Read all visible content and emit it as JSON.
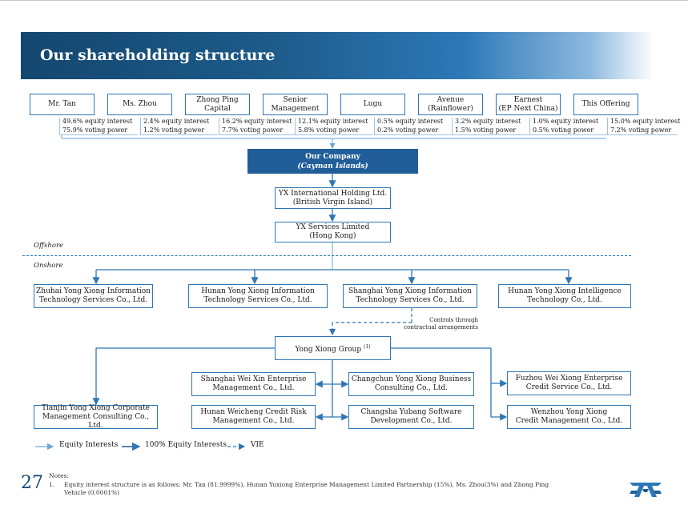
{
  "title": "Our shareholding structure",
  "shareholders": [
    {
      "name": [
        "Mr. Tan"
      ],
      "equity": "49.6% equity interest",
      "voting": "75.9% voting power"
    },
    {
      "name": [
        "Ms. Zhou"
      ],
      "equity": "2.4% equity interest",
      "voting": "1.2% voting power"
    },
    {
      "name": [
        "Zhong Ping",
        "Capital"
      ],
      "equity": "16.2% equity interest",
      "voting": "7.7% voting power"
    },
    {
      "name": [
        "Senior",
        "Management"
      ],
      "equity": "12.1% equity interest",
      "voting": "5.8% voting power"
    },
    {
      "name": [
        "Lugu"
      ],
      "equity": "0.5% equity interest",
      "voting": "0.2% voting power"
    },
    {
      "name": [
        "Avenue",
        "(Rainflower)"
      ],
      "equity": "3.2% equity interest",
      "voting": "1.5% voting power"
    },
    {
      "name": [
        "Earnest",
        "(EP Next China)"
      ],
      "equity": "1.0% equity interest",
      "voting": "0.5% voting power"
    },
    {
      "name": [
        "This Offering"
      ],
      "equity": "15.0% equity interest",
      "voting": "7.2% voting power"
    }
  ],
  "company": {
    "name": "Our Company",
    "sub": "(Cayman Islands)"
  },
  "yx_intl": [
    "YX International Holding Ltd.",
    "(British Virgin Island)"
  ],
  "yx_services": [
    "YX Services Limited",
    "(Hong Kong)"
  ],
  "zones": {
    "offshore": "Offshore",
    "onshore": "Onshore"
  },
  "wfoes": [
    [
      "Zhuhai Yong Xiong Information",
      "Technology Services Co., Ltd."
    ],
    [
      "Hunan Yong Xiong Information",
      "Technology Services Co., Ltd."
    ],
    [
      "Shanghai Yong Xiong Information",
      "Technology Services Co., Ltd."
    ],
    [
      "Hunan Yong Xiong Intelligence",
      "Technology Co., Ltd."
    ]
  ],
  "controls_note": [
    "Controls through",
    "contractual arrangements"
  ],
  "group": {
    "name": "Yong Xiong Group",
    "sup": "(1)"
  },
  "subs": {
    "tianjin": [
      "Tianjin Yong Xiong Corporate",
      "Management Consulting Co., Ltd."
    ],
    "weixin": [
      "Shanghai Wei Xin Enterprise",
      "Management Co., Ltd."
    ],
    "weicheng": [
      "Hunan Weicheng Credit Risk",
      "Management Co., Ltd."
    ],
    "changchun": [
      "Changchun Yong Xiong Business",
      "Consulting Co., Ltd."
    ],
    "changsha": [
      "Changsha Yubang Software",
      "Development Co., Ltd."
    ],
    "fuzhou": [
      "Fuzhou Wei Xiong Enterprise",
      "Credit Service Co., Ltd."
    ],
    "wenzhou": [
      "Wenzhou Yong Xiong",
      "Credit Management Co., Ltd."
    ]
  },
  "legend": {
    "equity": "Equity Interests",
    "full": "100% Equity Interests",
    "vie": "VIE"
  },
  "page_number": "27",
  "notes_heading": "Notes:",
  "note_number": "1.",
  "note_text": "Equity interest structure is as follows: Mr. Tan (81.9999%), Hunan Yuxiong Enterprise Management Limited Partnership (15%), Ms. Zhou(3%) and Zhong Ping Vehicle (0.0001%)",
  "colors": {
    "primary": "#215e99",
    "line": "#2e77b5",
    "light_line": "#6aa6d8",
    "title_dark": "#14476f"
  }
}
